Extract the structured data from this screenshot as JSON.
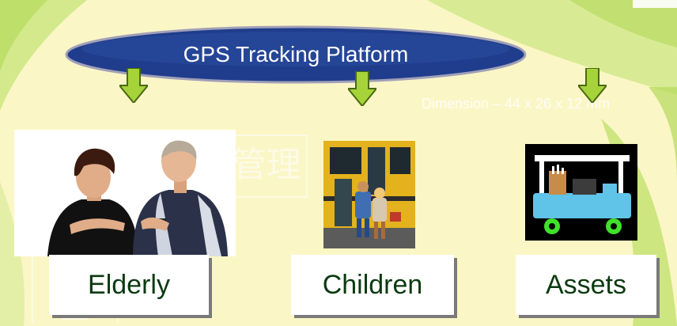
{
  "platform": {
    "title": "GPS Tracking Platform"
  },
  "watermark": {
    "dimension_text": "Dimension – 44 x 26 x 12 mm",
    "chinese_text": "管理"
  },
  "categories": [
    {
      "label": "Elderly",
      "image": "elderly-couple-photo"
    },
    {
      "label": "Children",
      "image": "school-bus-children-photo"
    },
    {
      "label": "Assets",
      "image": "golf-cart-icon"
    }
  ],
  "colors": {
    "background": "#fbf6c6",
    "background_leaf": "#c9e67c",
    "ellipse_fill": "#1f3d8c",
    "arrow_fill": "#a6d33a",
    "label_text": "#0b3a10"
  }
}
